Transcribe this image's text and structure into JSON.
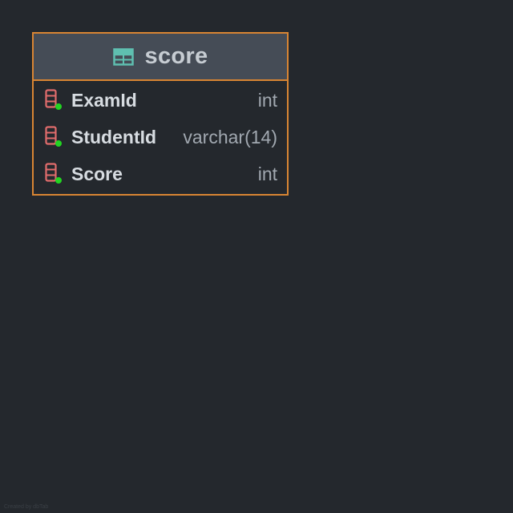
{
  "entity": {
    "icon": "table-icon",
    "name": "score",
    "columns": [
      {
        "name": "ExamId",
        "type": "int",
        "icon": "column-icon"
      },
      {
        "name": "StudentId",
        "type": "varchar(14)",
        "icon": "column-icon"
      },
      {
        "name": "Score",
        "type": "int",
        "icon": "column-icon"
      }
    ]
  },
  "colors": {
    "background": "#24282d",
    "border": "#d88533",
    "header": "#454c56",
    "table_icon": "#5fbfb0",
    "column_icon": "#e06c6c",
    "status_dot": "#22d422"
  },
  "watermark": "Created by dbTab"
}
